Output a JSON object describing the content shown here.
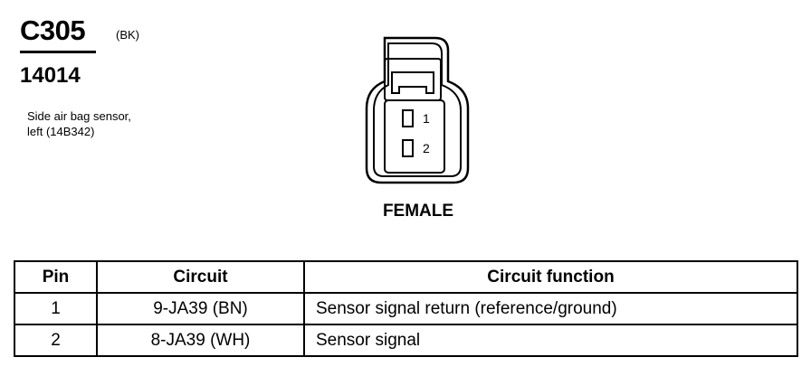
{
  "connector": {
    "id": "C305",
    "color_code": "(BK)",
    "part_number": "14014",
    "description_lines": [
      "Side air bag sensor,",
      "left (14B342)"
    ],
    "gender": "FEMALE",
    "pin_labels": [
      "1",
      "2"
    ]
  },
  "table": {
    "headers": [
      "Pin",
      "Circuit",
      "Circuit function"
    ],
    "rows": [
      {
        "pin": "1",
        "circuit": "9-JA39 (BN)",
        "function": "Sensor signal return (reference/ground)"
      },
      {
        "pin": "2",
        "circuit": "8-JA39 (WH)",
        "function": "Sensor signal"
      }
    ]
  }
}
